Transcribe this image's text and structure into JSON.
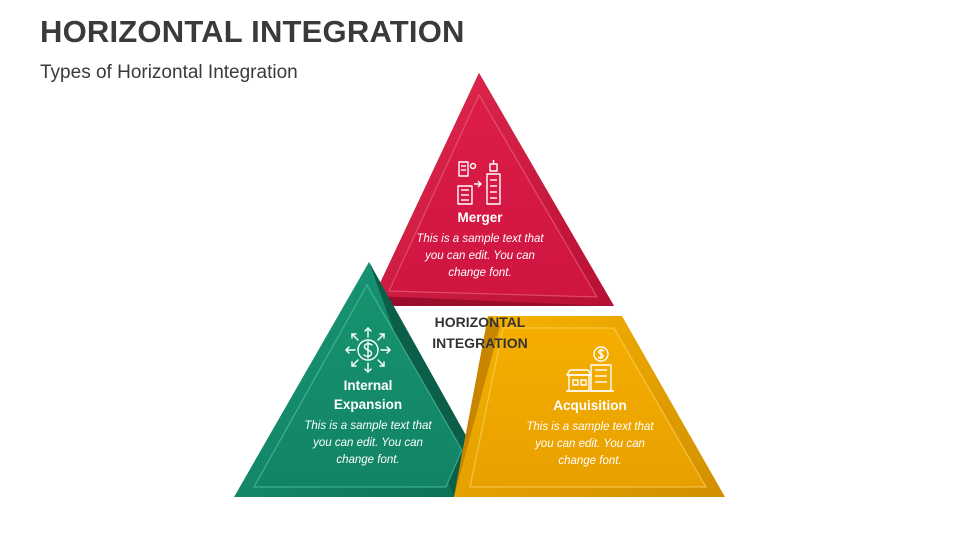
{
  "title": "HORIZONTAL INTEGRATION",
  "subtitle": "Types of Horizontal Integration",
  "center": {
    "line1": "HORIZONTAL",
    "line2": "INTEGRATION"
  },
  "items": [
    {
      "label": "Merger",
      "desc_lines": [
        "This is a sample text that",
        "you can edit. You can",
        "change font."
      ],
      "color": "#d0163f",
      "icon": "buildings-merge-icon"
    },
    {
      "label_lines": [
        "Internal",
        "Expansion"
      ],
      "desc_lines": [
        "This is a sample text that",
        "you can edit. You can",
        "change font."
      ],
      "color": "#12876a",
      "icon": "dollar-arrows-icon"
    },
    {
      "label": "Acquisition",
      "desc_lines": [
        "This is a sample text that",
        "you can edit. You can",
        "change font."
      ],
      "color": "#f0a800",
      "icon": "building-dollar-icon"
    }
  ]
}
